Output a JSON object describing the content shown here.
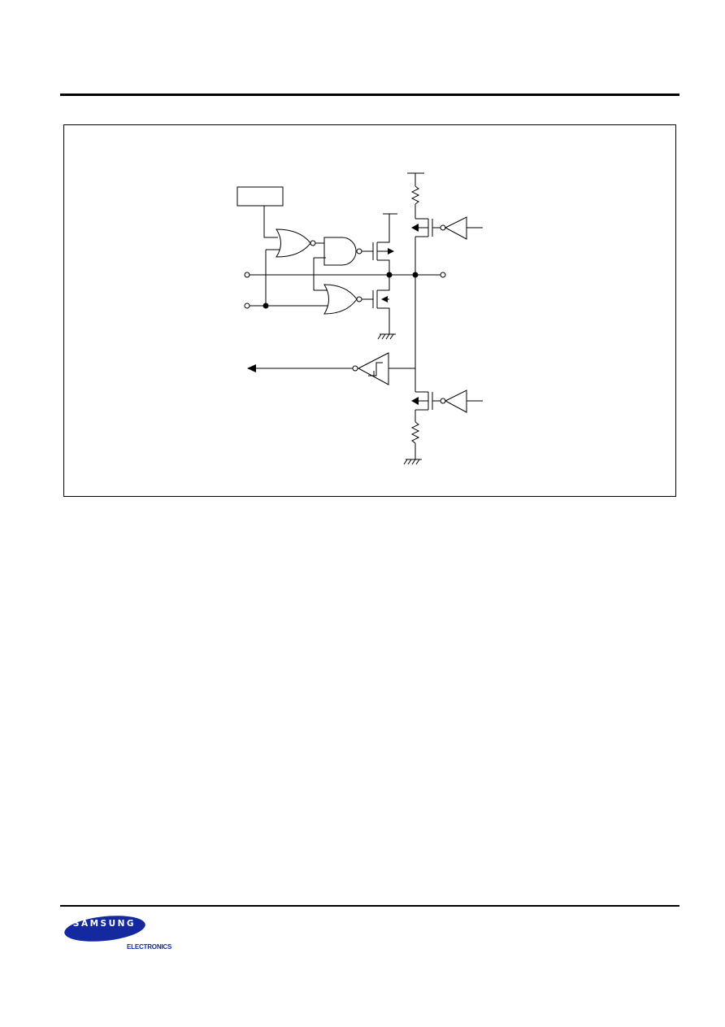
{
  "footer": {
    "brand": "SAMSUNG",
    "division": "ELECTRONICS",
    "brand_color": "#1428a0"
  },
  "schematic": {
    "components": [
      "control-box",
      "nor-gate-1",
      "nand-gate",
      "nor-gate-2",
      "pmos-driver",
      "nmos-driver",
      "pull-up-resistor",
      "pull-down-resistor",
      "pull-up-transistor",
      "pull-down-transistor",
      "schmitt-input-buffer",
      "pull-up-control-buffer",
      "pull-down-control-buffer"
    ],
    "labels": []
  }
}
